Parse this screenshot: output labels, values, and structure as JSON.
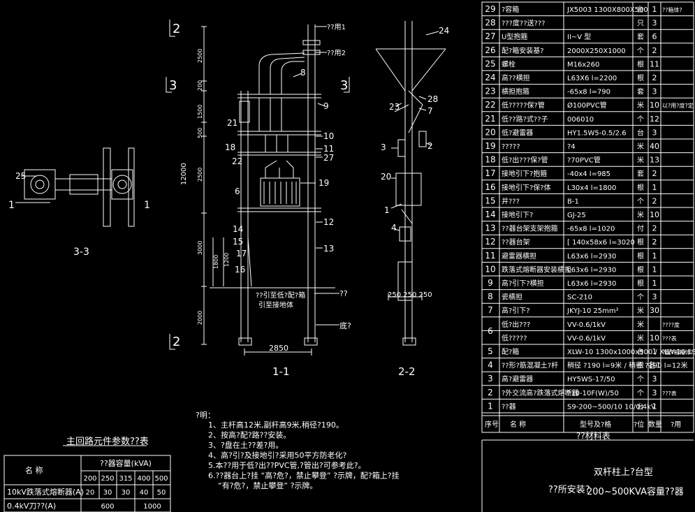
{
  "views": {
    "v33": {
      "title": "3-3",
      "mark_left": "1",
      "mark_right": "1",
      "item": "25"
    },
    "v11": {
      "title": "1-1",
      "sec_top": "2",
      "sec_bot": "2",
      "sec_left": "3",
      "sec_right": "3",
      "width_dim": "2850",
      "heights": {
        "total": "12000",
        "h1": "2500",
        "h2": "200",
        "h3": "1500",
        "h4": "500",
        "h5": "2500",
        "h6": "3000",
        "h7": "2000",
        "h8": "1800",
        "h9": "1200"
      },
      "notes": {
        "n1": "??引至低?配?箱",
        "n2": "引至接地体",
        "n3": "??",
        "n4": "底?",
        "top1": "??用1",
        "top2": "??用2"
      },
      "callouts": [
        "8",
        "9",
        "21",
        "10",
        "18",
        "11",
        "22",
        "27",
        "19",
        "6",
        "12",
        "14",
        "15",
        "17",
        "16",
        "13"
      ]
    },
    "v22": {
      "title": "2-2",
      "dims": "250 250 250",
      "callouts": [
        "24",
        "28",
        "23",
        "7",
        "3",
        "2",
        "20",
        "1",
        "4"
      ]
    }
  },
  "legend": {
    "title": "?明：",
    "items": [
      "1、主杆高12米,副杆高9米,稍径?190。",
      "2、按高?配?路??安装。",
      "3、?盘在土??差?用。",
      "4、高?引?及接地引?采用50平方防老化?",
      "5.本??用于低?出??PVC管,?管出?可参考此?。",
      "6.??器台上?挂 “高?危?，禁止攀登” ?示牌，配?箱上?挂",
      "“有?危?，禁止攀登” ?示牌。"
    ]
  },
  "param_table": {
    "caption": "主回路元件参数??表",
    "name_header": "名    称",
    "cap_header": "??器容量(kVA)",
    "cap_values": [
      "200",
      "250",
      "315",
      "400",
      "500"
    ],
    "rows": [
      {
        "name": "10kV跌落式熔断器(A)",
        "vals": [
          "20",
          "30",
          "30",
          "40",
          "50"
        ]
      },
      {
        "name": "0.4kV刀??(A)",
        "vals": [
          "600",
          "",
          "",
          "1000",
          ""
        ]
      }
    ]
  },
  "bom": {
    "caption": "??材料表",
    "headers": {
      "no": "序号",
      "name": "名    称",
      "spec": "型号及?格",
      "unit": "?位",
      "qty": "数量",
      "use": "?用"
    },
    "rows": [
      {
        "no": "29",
        "name": "?容箱",
        "spec": "JX5003   1300X800X500",
        "unit": "台",
        "qty": "1",
        "use": "??箱体?"
      },
      {
        "no": "28",
        "name": "???度??送???",
        "spec": "",
        "unit": "只",
        "qty": "3",
        "use": ""
      },
      {
        "no": "27",
        "name": "U型抱箍",
        "spec": "II~V  型",
        "unit": "套",
        "qty": "6",
        "use": ""
      },
      {
        "no": "26",
        "name": "配?箱安装基?",
        "spec": "2000X250X1000",
        "unit": "个",
        "qty": "2",
        "use": ""
      },
      {
        "no": "25",
        "name": "螺栓",
        "spec": "M16x260",
        "unit": "根",
        "qty": "11",
        "use": ""
      },
      {
        "no": "24",
        "name": "高??横担",
        "spec": "L63X6  l=2200",
        "unit": "根",
        "qty": "2",
        "use": ""
      },
      {
        "no": "23",
        "name": "横担抱箍",
        "spec": "-65x8  l=790",
        "unit": "套",
        "qty": "3",
        "use": ""
      },
      {
        "no": "22",
        "name": "低?????保?管",
        "spec": "Ø100PVC管",
        "unit": "米",
        "qty": "10",
        "use": "以?用?度?定"
      },
      {
        "no": "21",
        "name": "低??路?式??子",
        "spec": "006010",
        "unit": "个",
        "qty": "12",
        "use": ""
      },
      {
        "no": "20",
        "name": "低?避雷器",
        "spec": "HY1.5W5-0.5/2.6",
        "unit": "台",
        "qty": "3",
        "use": ""
      },
      {
        "no": "19",
        "name": "?????",
        "spec": "?4",
        "unit": "米",
        "qty": "40",
        "use": ""
      },
      {
        "no": "18",
        "name": "低?出???保?管",
        "spec": "?70PVC管",
        "unit": "米",
        "qty": "13",
        "use": ""
      },
      {
        "no": "17",
        "name": "接地引下?抱箍",
        "spec": "-40x4  l=985",
        "unit": "套",
        "qty": "2",
        "use": ""
      },
      {
        "no": "16",
        "name": "接地引下?保?体",
        "spec": "L30x4  l=1800",
        "unit": "根",
        "qty": "1",
        "use": ""
      },
      {
        "no": "15",
        "name": "井???",
        "spec": "B-1",
        "unit": "个",
        "qty": "2",
        "use": ""
      },
      {
        "no": "14",
        "name": "接地引下?",
        "spec": "GJ-25",
        "unit": "米",
        "qty": "10",
        "use": ""
      },
      {
        "no": "13",
        "name": "??器台架支架抱箍",
        "spec": "-65x8  l=1020",
        "unit": "付",
        "qty": "2",
        "use": ""
      },
      {
        "no": "12",
        "name": "??器台架",
        "spec": "[ 140x58x6  l=3020",
        "unit": "根",
        "qty": "2",
        "use": ""
      },
      {
        "no": "11",
        "name": "避雷器横担",
        "spec": "L63x6  l=2930",
        "unit": "根",
        "qty": "1",
        "use": ""
      },
      {
        "no": "10",
        "name": "跌落式熔断器安装横担",
        "spec": "L63x6  l=2930",
        "unit": "根",
        "qty": "1",
        "use": ""
      },
      {
        "no": "9",
        "name": "高?引下?横担",
        "spec": "L63x6  l=2930",
        "unit": "根",
        "qty": "1",
        "use": ""
      },
      {
        "no": "8",
        "name": "瓷横担",
        "spec": "SC-210",
        "unit": "个",
        "qty": "3",
        "use": ""
      },
      {
        "no": "7",
        "name": "高?引下?",
        "spec": "JKYJ-10  25mm²",
        "unit": "米",
        "qty": "30",
        "use": ""
      },
      {
        "no": "6a",
        "name": "低?出???",
        "spec": "VV-0.6/1kV",
        "unit": "米",
        "qty": "",
        "use": "????度"
      },
      {
        "no": "6b",
        "name": "低?????",
        "spec": "VV-0.6/1kV",
        "unit": "米",
        "qty": "10",
        "use": "???表"
      },
      {
        "no": "5",
        "name": "配?箱",
        "spec": "XLW-10  1300x1000x500 / XLW-10  1300x1200x600",
        "unit": "台",
        "qty": "1",
        "use": "?配?箱箱体?"
      },
      {
        "no": "4",
        "name": "??形?筋混凝土?杆",
        "spec": "稍径 ?190  l=9米 / 稍径 ?190  l=12米",
        "unit": "根",
        "qty": "各1",
        "use": ""
      },
      {
        "no": "3",
        "name": "高?避雷器",
        "spec": "HY5WS-17/50",
        "unit": "个",
        "qty": "3",
        "use": ""
      },
      {
        "no": "2",
        "name": "?外交流高?跌落式熔断器",
        "spec": "?10-10F(W)/50",
        "unit": "个",
        "qty": "3",
        "use": "???表"
      },
      {
        "no": "1",
        "name": "??器",
        "spec": "S9-200~500/10  10/0.4kV",
        "unit": "台",
        "qty": "1",
        "use": ""
      }
    ]
  },
  "title_block": {
    "line1": "双杆柱上?台型",
    "line2_a": "??所安装?",
    "line2_b": "200~500KVA容量??器"
  }
}
